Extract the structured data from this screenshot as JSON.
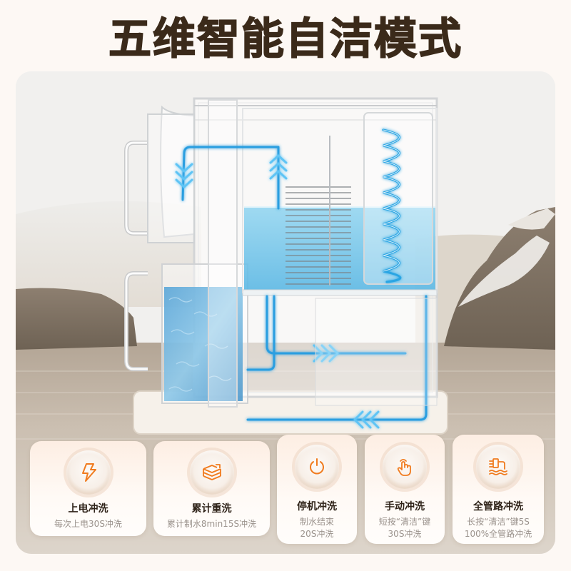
{
  "header": {
    "title": "五维智能自洁模式"
  },
  "colors": {
    "title": "#3b2a1a",
    "accent_orange": "#f07b1e",
    "water_blue": "#2aa7e6",
    "page_bg": "#fdf8f4"
  },
  "illustration": {
    "subject": "transparent-water-purifier-cutaway",
    "flow_arrows": [
      "down",
      "up",
      "right",
      "left"
    ]
  },
  "features": [
    {
      "icon": "lightning-icon",
      "title": "上电冲洗",
      "desc_lines": [
        "每次上电30S冲洗"
      ]
    },
    {
      "icon": "layers-icon",
      "title": "累计重洗",
      "desc_lines": [
        "累计制水8min15S冲洗"
      ]
    },
    {
      "icon": "power-icon",
      "title": "停机冲洗",
      "desc_lines": [
        "制水结束",
        "20S冲洗"
      ]
    },
    {
      "icon": "hand-tap-icon",
      "title": "手动冲洗",
      "desc_lines": [
        "短按“清洁”键",
        "30S冲洗"
      ]
    },
    {
      "icon": "faucet-pipe-icon",
      "title": "全管路冲洗",
      "desc_lines": [
        "长按“清洁”键5S",
        "100%全管路冲洗"
      ]
    }
  ]
}
